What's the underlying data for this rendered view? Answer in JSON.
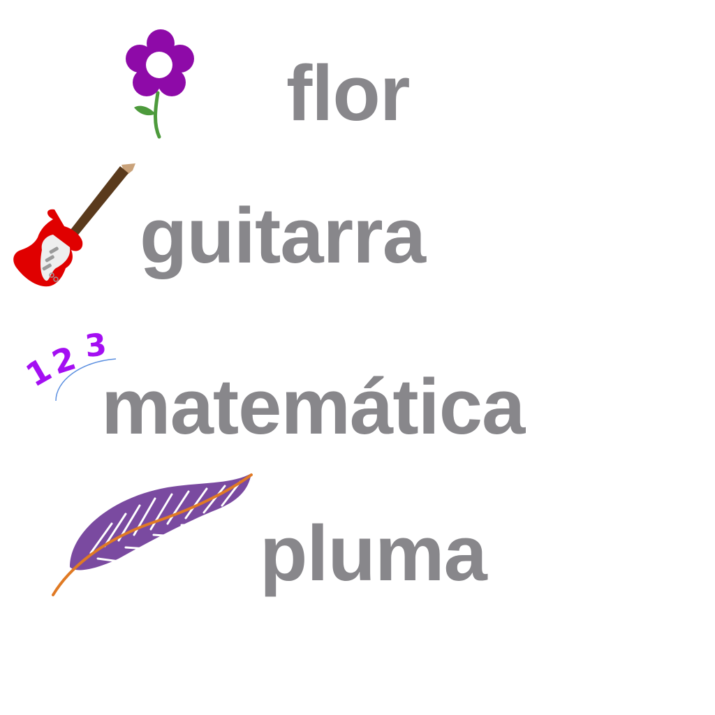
{
  "words": [
    {
      "text": "flor",
      "icon": "flower-icon"
    },
    {
      "text": "guitarra",
      "icon": "guitar-icon"
    },
    {
      "text": "matemática",
      "icon": "numbers-123-icon"
    },
    {
      "text": "pluma",
      "icon": "feather-icon"
    }
  ],
  "colors": {
    "word": "#88878b",
    "background": "#ffffff",
    "flower_petals": "#8e0aa8",
    "flower_stem": "#4d9a3c",
    "guitar_body": "#e00000",
    "guitar_neck": "#5a3a1c",
    "guitar_head": "#c9a27a",
    "numbers": "#a40ff2",
    "numbers_arc": "#5b8fe0",
    "feather_vane": "#7a4aa0",
    "feather_shaft": "#e07a24"
  }
}
